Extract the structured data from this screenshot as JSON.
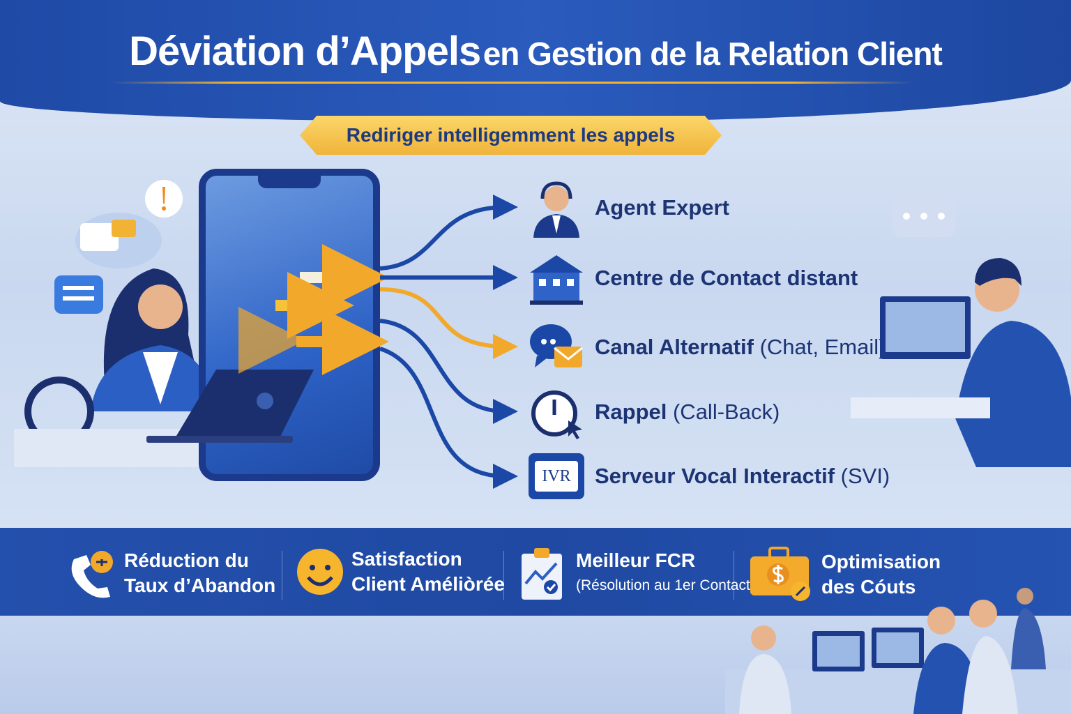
{
  "header": {
    "title_bold": "Déviation d’Appels",
    "title_rest": "en Gestion de la Relation Client"
  },
  "banner": {
    "label": "Rediriger intelligemment les appels"
  },
  "destinations": [
    {
      "bold": "Agent Expert",
      "rest": "",
      "icon": "agent-icon"
    },
    {
      "bold": "Centre de Contact distant",
      "rest": "",
      "icon": "building-icon"
    },
    {
      "bold": "Canal Alternatif",
      "rest": "(Chat, Email)",
      "icon": "chat-email-icon"
    },
    {
      "bold": "Rappel",
      "rest": "(Call-Back)",
      "icon": "clock-callback-icon"
    },
    {
      "bold": "Serveur Vocal Interactif",
      "rest": "(SVI)",
      "icon": "ivr-icon",
      "icon_text": "IVR"
    }
  ],
  "benefits": [
    {
      "line1": "Réduction du",
      "line2": "Taux d’Abandon",
      "icon": "phone-icon"
    },
    {
      "line1": "Satisfaction",
      "line2": "Client Améliòrée",
      "icon": "smiley-icon"
    },
    {
      "line1": "Meilleur FCR",
      "line2": "(Résolution au 1er Contact)",
      "icon": "clipboard-chart-icon"
    },
    {
      "line1": "Optimisation",
      "line2": "des Cóuts",
      "icon": "money-briefcase-icon"
    }
  ],
  "colors": {
    "primary": "#1f4aa6",
    "accent": "#f2b233",
    "text": "#1c3474"
  }
}
